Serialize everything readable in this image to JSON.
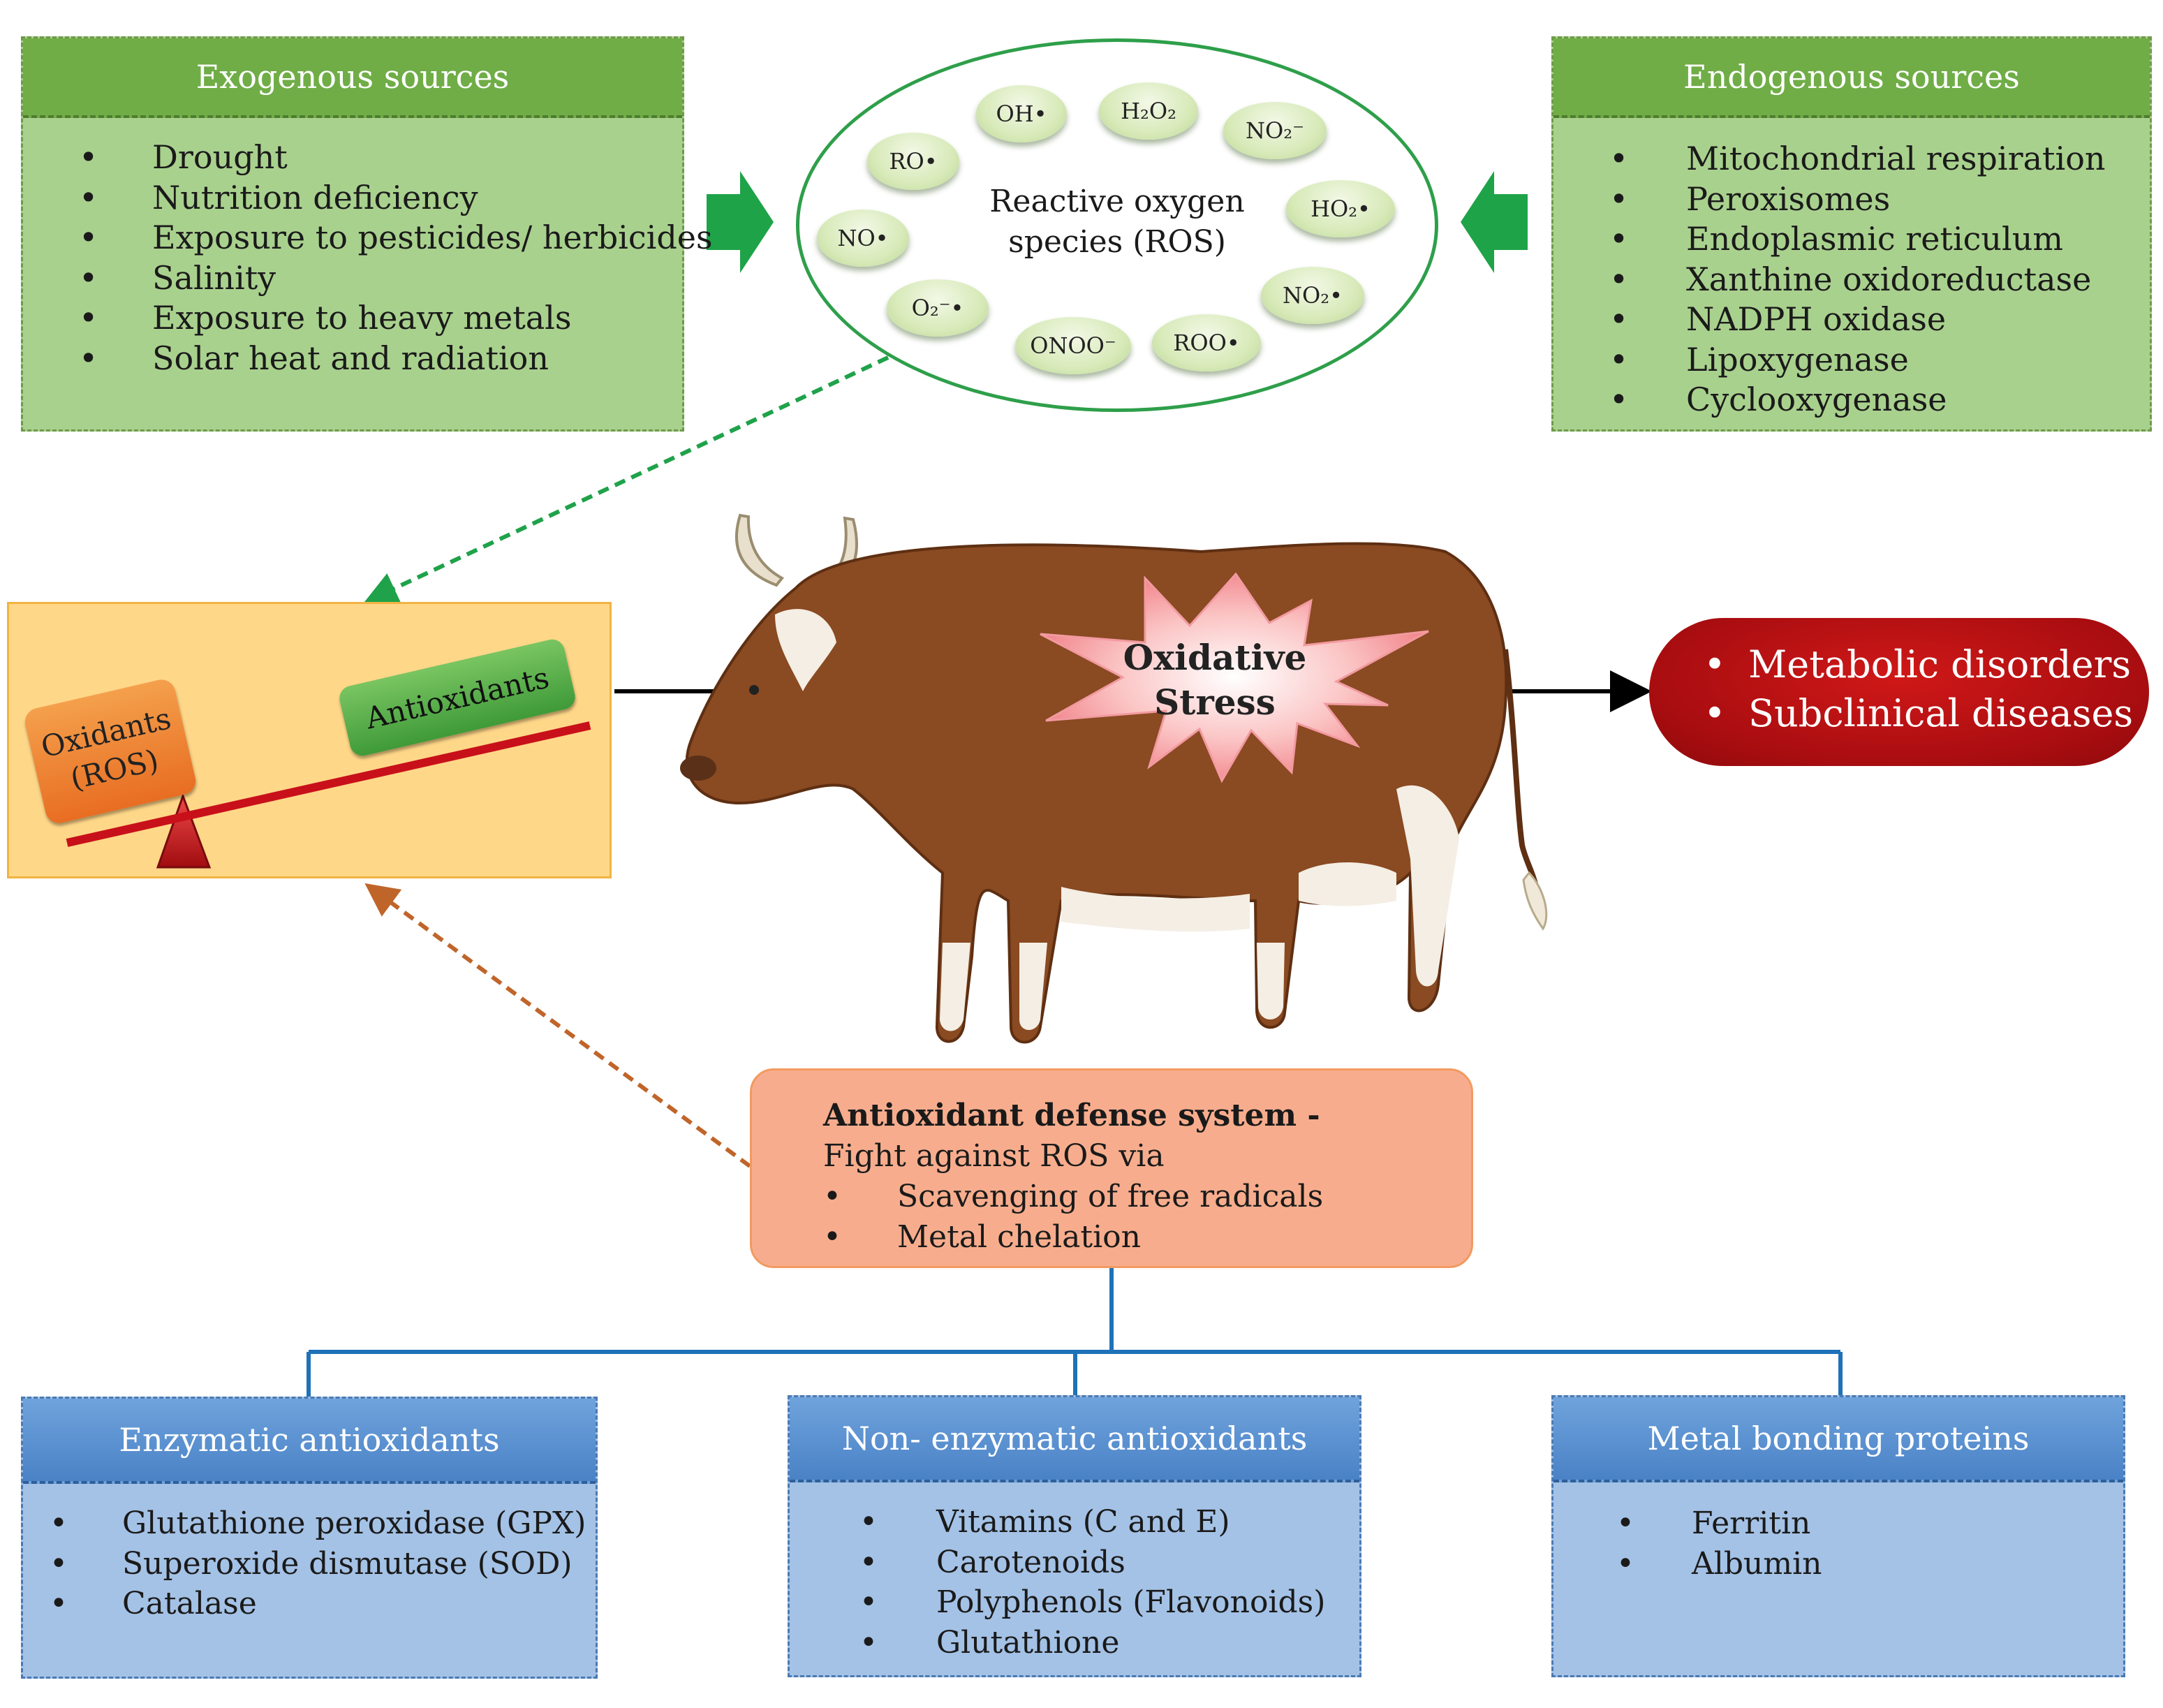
{
  "exogenous": {
    "title": "Exogenous sources",
    "items": [
      "Drought",
      "Nutrition deficiency",
      "Exposure to pesticides/ herbicides",
      "Salinity",
      "Exposure to heavy metals",
      "Solar heat and radiation"
    ]
  },
  "endogenous": {
    "title": "Endogenous sources",
    "items": [
      "Mitochondrial respiration",
      "Peroxisomes",
      "Endoplasmic reticulum",
      "Xanthine oxidoreductase",
      "NADPH oxidase",
      "Lipoxygenase",
      "Cyclooxygenase"
    ]
  },
  "ros": {
    "title_line1": "Reactive oxygen",
    "title_line2": "species (ROS)",
    "species": {
      "oh": "OH•",
      "h2o2": "H₂O₂",
      "no2_minus": "NO₂⁻",
      "ro": "RO•",
      "ho2": "HO₂•",
      "no": "NO•",
      "no2_radical": "NO₂•",
      "o2": "O₂⁻•",
      "onoo": "ONOO⁻",
      "roo": "ROO•"
    }
  },
  "balance": {
    "oxidants_line1": "Oxidants",
    "oxidants_line2": "(ROS)",
    "antioxidants": "Antioxidants"
  },
  "center": {
    "line1": "Oxidative",
    "line2": "Stress"
  },
  "outcomes": {
    "items": [
      "Metabolic disorders",
      "Subclinical diseases"
    ]
  },
  "defense": {
    "title_bold": "Antioxidant defense system -",
    "title_rest": " Fight against ROS via",
    "items": [
      "Scavenging of free radicals",
      "Metal chelation"
    ]
  },
  "enzymatic": {
    "title": "Enzymatic antioxidants",
    "items": [
      "Glutathione peroxidase (GPX)",
      "Superoxide dismutase (SOD)",
      "Catalase"
    ]
  },
  "non_enzymatic": {
    "title": "Non- enzymatic antioxidants",
    "items": [
      "Vitamins (C and E)",
      "Carotenoids",
      "Polyphenols (Flavonoids)",
      "Glutathione"
    ]
  },
  "metal": {
    "title": "Metal bonding proteins",
    "items": [
      "Ferritin",
      "Albumin"
    ]
  },
  "colors": {
    "green_header": "#70ad47",
    "green_body": "#a9d18e",
    "blue_header": "#5b9bd5",
    "blue_body": "#a4c2e6",
    "outcome_red": "#b01015",
    "defense_salmon": "#f7ad8d",
    "balance_yellow": "#ffd788"
  }
}
